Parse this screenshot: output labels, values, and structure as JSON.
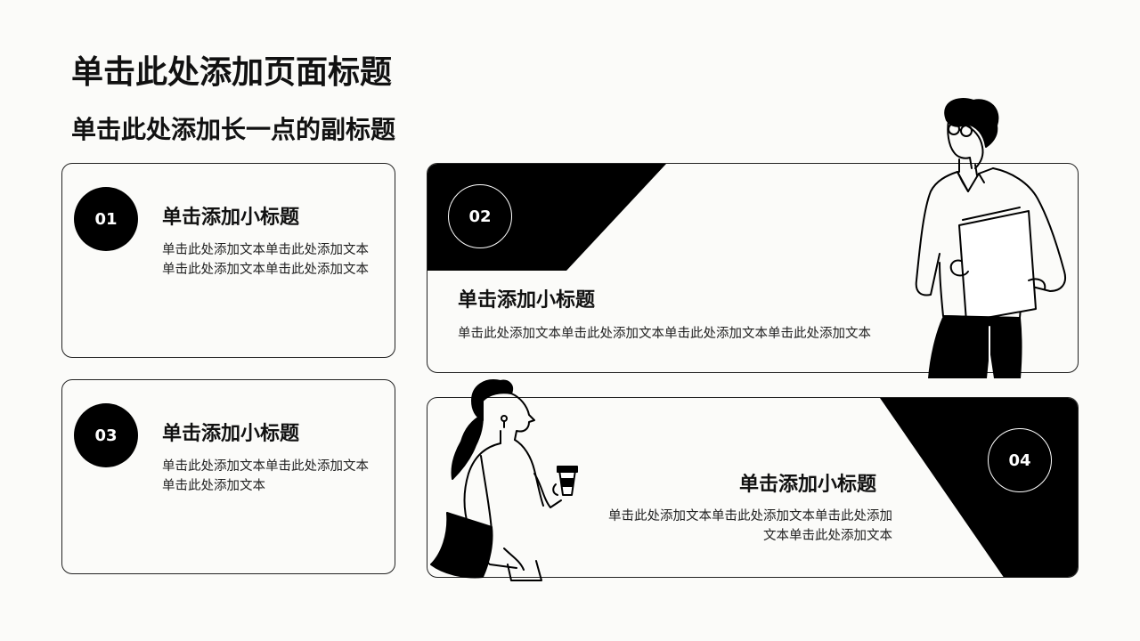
{
  "page": {
    "title": "单击此处添加页面标题",
    "subtitle": "单击此处添加长一点的副标题"
  },
  "cards": [
    {
      "number": "01",
      "heading": "单击添加小标题",
      "text": "单击此处添加文本单击此处添加文本单击此处添加文本单击此处添加文本"
    },
    {
      "number": "02",
      "heading": "单击添加小标题",
      "text": "单击此处添加文本单击此处添加文本单击此处添加文本单击此处添加文本"
    },
    {
      "number": "03",
      "heading": "单击添加小标题",
      "text": "单击此处添加文本单击此处添加文本单击此处添加文本"
    },
    {
      "number": "04",
      "heading": "单击添加小标题",
      "text": "单击此处添加文本单击此处添加文本单击此处添加文本单击此处添加文本"
    }
  ],
  "colors": {
    "background": "#fbfbf9",
    "accent": "#000000",
    "border": "#222222"
  },
  "illustrations": [
    "man-holding-folder-illustration",
    "woman-with-coffee-illustration"
  ]
}
